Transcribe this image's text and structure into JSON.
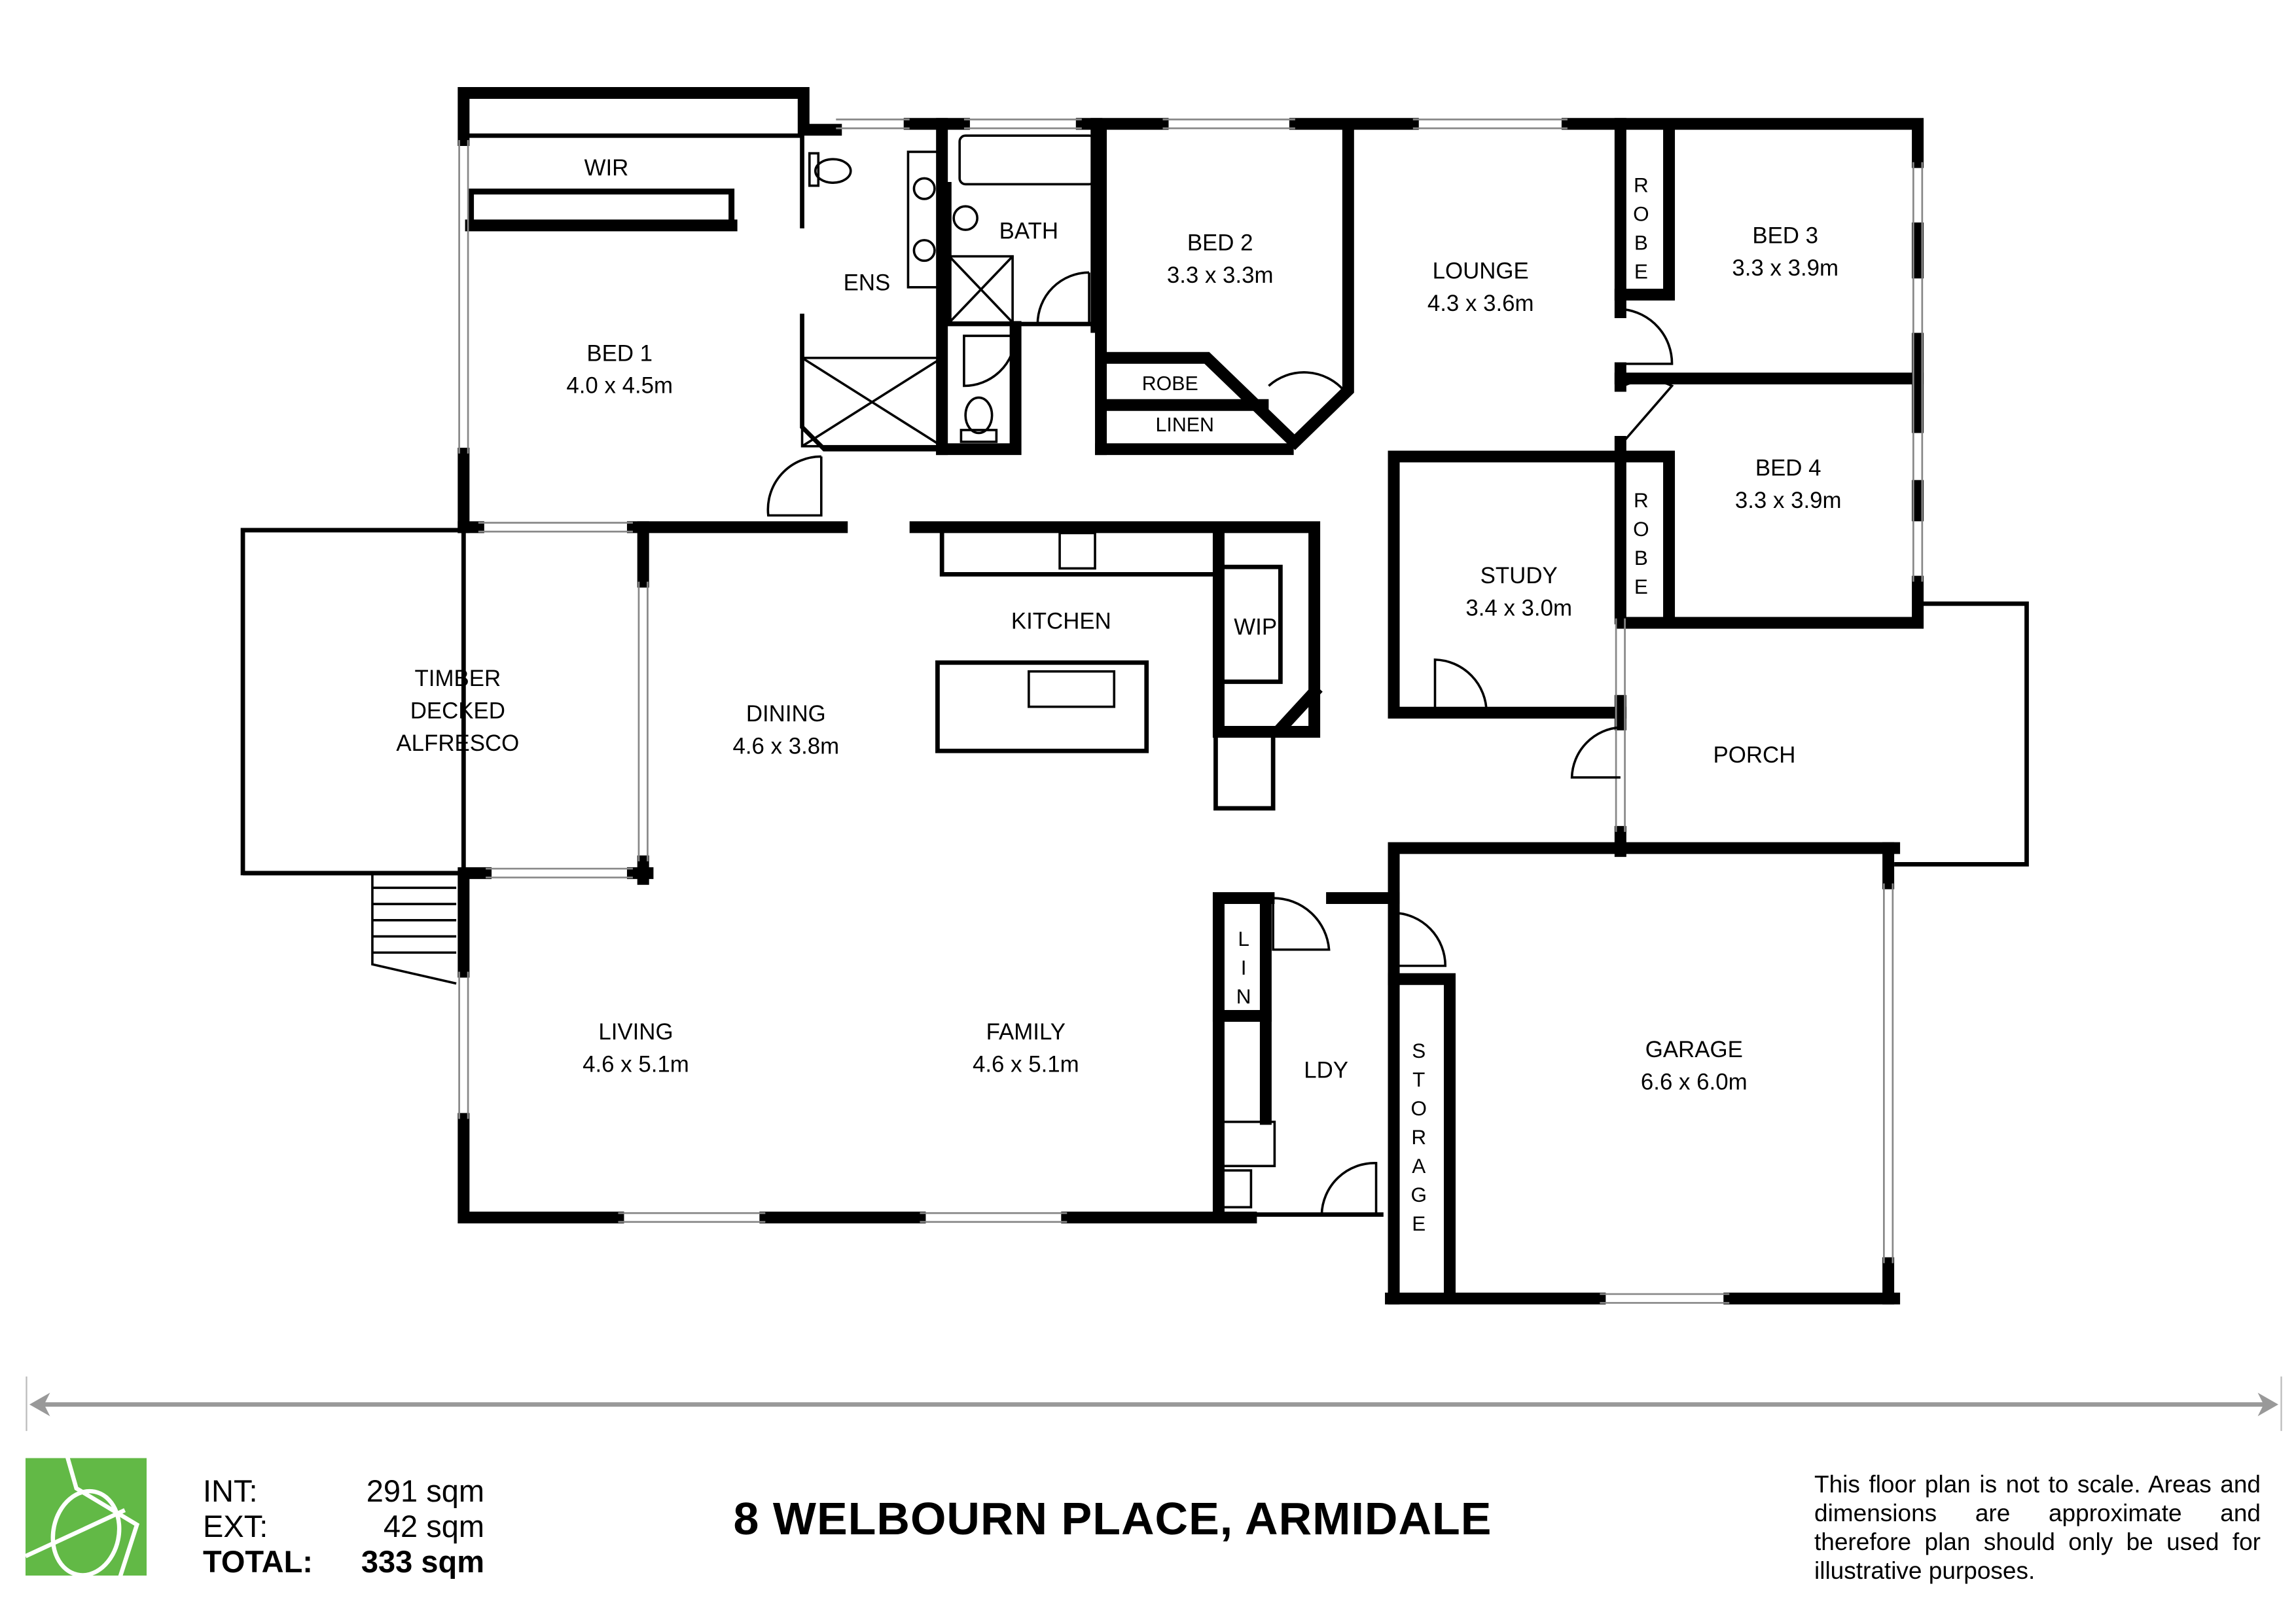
{
  "rooms": {
    "wir": {
      "name": "WIR"
    },
    "ens": {
      "name": "ENS"
    },
    "bath": {
      "name": "BATH"
    },
    "bed1": {
      "name": "BED 1",
      "dims": "4.0 x 4.5m"
    },
    "bed2": {
      "name": "BED 2",
      "dims": "3.3 x 3.3m"
    },
    "robe_bed2": {
      "name": "ROBE"
    },
    "linen": {
      "name": "LINEN"
    },
    "lounge": {
      "name": "LOUNGE",
      "dims": "4.3 x 3.6m"
    },
    "robe_bed3": {
      "name": "ROBE"
    },
    "bed3": {
      "name": "BED 3",
      "dims": "3.3 x 3.9m"
    },
    "robe_bed4": {
      "name": "ROBE"
    },
    "bed4": {
      "name": "BED 4",
      "dims": "3.3 x 3.9m"
    },
    "study": {
      "name": "STUDY",
      "dims": "3.4 x 3.0m"
    },
    "kitchen": {
      "name": "KITCHEN"
    },
    "wip": {
      "name": "WIP"
    },
    "alfresco": {
      "line1": "TIMBER",
      "line2": "DECKED",
      "line3": "ALFRESCO"
    },
    "dining": {
      "name": "DINING",
      "dims": "4.6 x 3.8m"
    },
    "porch": {
      "name": "PORCH"
    },
    "living": {
      "name": "LIVING",
      "dims": "4.6 x 5.1m"
    },
    "family": {
      "name": "FAMILY",
      "dims": "4.6 x 5.1m"
    },
    "lin": {
      "name": "LIN"
    },
    "ldy": {
      "name": "LDY"
    },
    "storage": {
      "name": "STORAGE"
    },
    "garage": {
      "name": "GARAGE",
      "dims": "6.6 x 6.0m"
    }
  },
  "footer": {
    "logo": {
      "icon": "green-compass-logo",
      "color": "#62b946"
    },
    "areas": [
      {
        "label": "INT:",
        "value": "291 sqm"
      },
      {
        "label": "EXT:",
        "value": "42 sqm"
      },
      {
        "label": "TOTAL:",
        "value": "333 sqm"
      }
    ],
    "address": "8 WELBOURN PLACE, ARMIDALE",
    "disclaimer": "This floor plan is not to scale. Areas and dimensions are approximate and therefore plan should only be used for illustrative purposes."
  }
}
